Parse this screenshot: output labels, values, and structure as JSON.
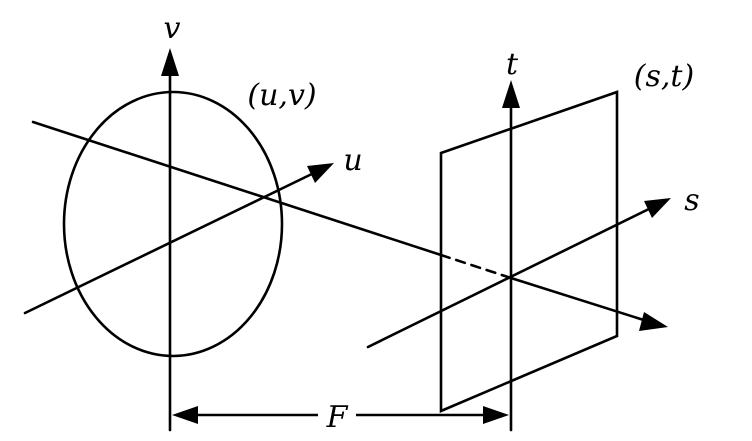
{
  "labels": {
    "v_axis": "v",
    "u_axis": "u",
    "lens_point": "(u,v)",
    "t_axis": "t",
    "s_axis": "s",
    "plane_point": "(s,t)",
    "focal_distance": "F"
  }
}
